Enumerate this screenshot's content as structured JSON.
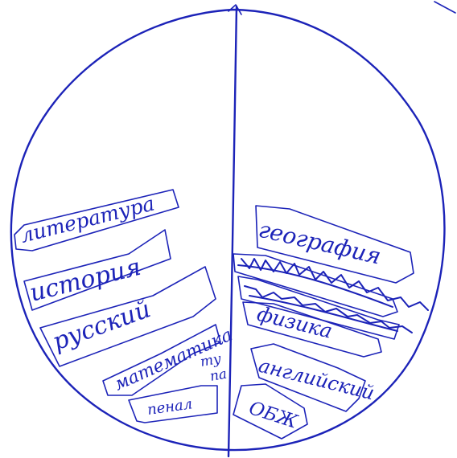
{
  "ink_color": "#1c23b8",
  "paper_color": "#ffffff",
  "left_half": {
    "labels": [
      {
        "id": "literature",
        "text": "литература"
      },
      {
        "id": "history",
        "text": "история"
      },
      {
        "id": "russian",
        "text": "русский"
      },
      {
        "id": "math",
        "text": "математика"
      },
      {
        "id": "small",
        "text": "ту\nпа"
      },
      {
        "id": "pencil",
        "text": "пенал"
      }
    ]
  },
  "right_half": {
    "labels": [
      {
        "id": "geography",
        "text": "география"
      },
      {
        "id": "physics",
        "text": "физика"
      },
      {
        "id": "english",
        "text": "английский"
      },
      {
        "id": "obzh",
        "text": "ОБЖ"
      }
    ],
    "crossed_out_count": 2
  }
}
